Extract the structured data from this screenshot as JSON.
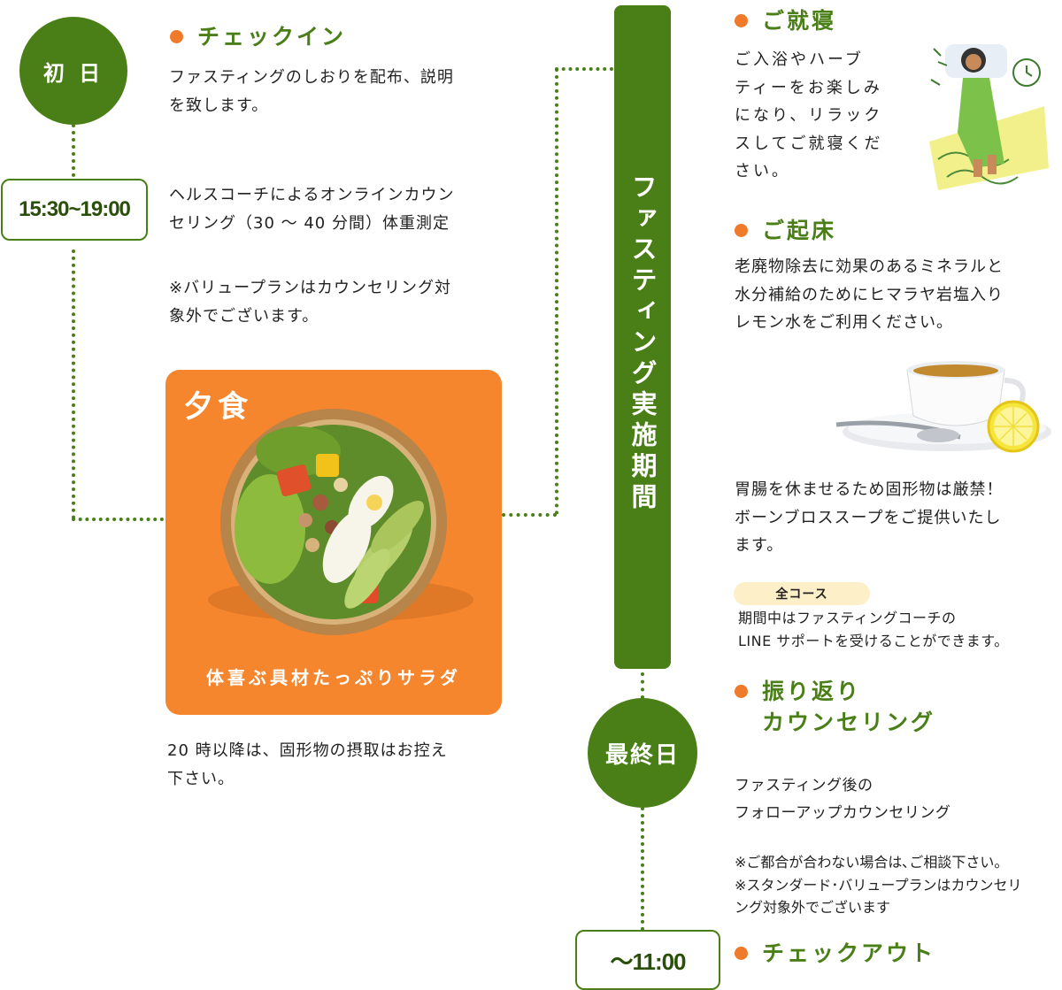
{
  "day1": {
    "label": "初 日",
    "time": "15:30~19:00",
    "checkin": {
      "heading": "チェックイン",
      "text": "ファスティングのしおりを配布、説明\nを致します。"
    },
    "counseling_text": "ヘルスコーチによるオンラインカウン\nセリング（30 ～ 40 分間）体重測定",
    "note_text": "※バリュープランはカウンセリング対\n象外でございます。",
    "dinner": {
      "title": "夕食",
      "caption": "体喜ぶ具材たっぷりサラダ"
    },
    "after_text": "20 時以降は、固形物の摂取はお控え\n下さい。"
  },
  "period": {
    "label": "ファスティング実施期間"
  },
  "sleep": {
    "heading": "ご就寝",
    "text": "ご入浴やハーブ\nティーをお楽しみ\nになり、リラック\nスしてご就寝くだ\nさい。"
  },
  "wake": {
    "heading": "ご起床",
    "text": "老廃物除去に効果のあるミネラルと\n水分補給のためにヒマラヤ岩塩入り\nレモン水をご利用ください。"
  },
  "stomach_text": "胃腸を休ませるため固形物は厳禁！\nボーンブロススープをご提供いたし\nます。",
  "all_course": {
    "badge": "全コース",
    "text": "期間中はファスティングコーチの\nLINE サポートを受けることができます。"
  },
  "final": {
    "label": "最終日",
    "time": "～11:00",
    "review": {
      "heading_line1": "振り返り",
      "heading_line2": "カウンセリング",
      "text": "ファスティング後の\nフォローアップカウンセリング",
      "note": "※ご都合が合わない場合は､ご相談下さい。\n※スタンダード･バリュープランはカウンセリ\nング対象外でございます"
    },
    "checkout_heading": "チェックアウト"
  },
  "colors": {
    "green": "#4a7f17",
    "orange": "#f6862e",
    "dot_orange": "#ee7a2a",
    "badge_bg": "#fdefc8"
  }
}
